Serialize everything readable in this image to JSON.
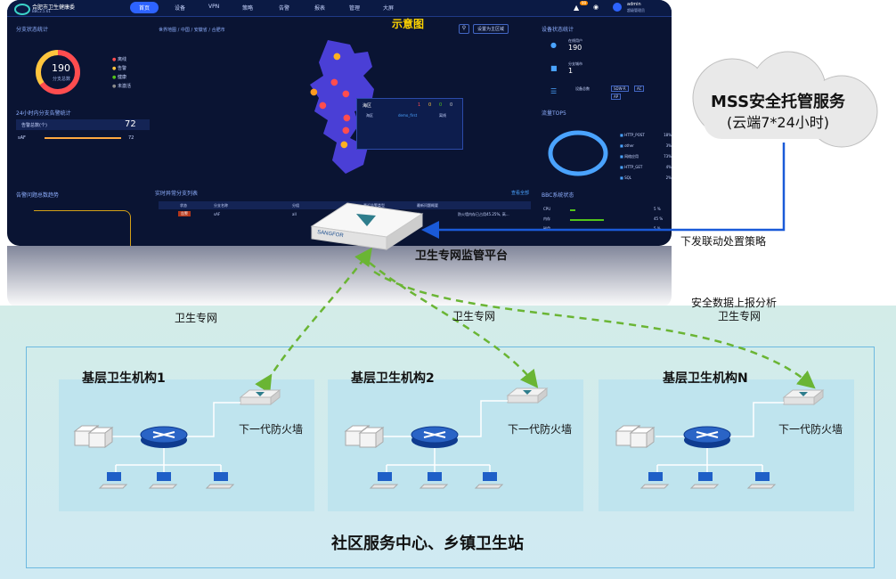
{
  "dashboard": {
    "app_title": "合肥市卫生健康委",
    "app_version": "BBC2.5.61",
    "nav": [
      "首页",
      "设备",
      "VPN",
      "策略",
      "告警",
      "报表",
      "管理",
      "大屏"
    ],
    "user": {
      "name": "admin",
      "role": "超级管理员",
      "badge": "99"
    },
    "map_title": "示意图",
    "breadcrumb": "世界地图 / 中国 / 安徽省 / 合肥市",
    "set_default": "设置为主区域",
    "branch_status": {
      "title": "分支状态统计",
      "count": "190",
      "count_label": "分支总数",
      "legend": [
        "离线",
        "告警",
        "健康",
        "未激活"
      ]
    },
    "alarm_24h": {
      "title": "24小时内分支告警统计",
      "label": "告警总数(个)",
      "value": "72",
      "row_label": "sAF",
      "row_value": "72"
    },
    "alarm_trend_title": "告警问题总数趋势",
    "realtime": {
      "title": "实时异常分支列表",
      "more": "查看全部",
      "headers": [
        "状态",
        "分支名称",
        "分组",
        "最近告警类型",
        "最新问题概要"
      ],
      "row": [
        "告警",
        "sAF",
        "all",
        "网关",
        "防火墙内存已占用45.25%, 高..."
      ]
    },
    "popup": {
      "title": "海区",
      "counts": [
        "1",
        "0",
        "0",
        "0"
      ],
      "row": [
        "海区",
        "demo_first",
        "离线"
      ]
    },
    "device_stats": {
      "title": "设备状态统计",
      "items": [
        {
          "label": "在线用户",
          "value": "190"
        },
        {
          "label": "分支城市",
          "value": "1"
        },
        {
          "label": "设备总数",
          "value": ""
        }
      ],
      "tags": [
        "SDW-R",
        "AC",
        "AP"
      ]
    },
    "traffic": {
      "title": "流量TOP5",
      "items": [
        {
          "name": "HTTP_POST",
          "pct": "18%"
        },
        {
          "name": "other",
          "pct": "3%"
        },
        {
          "name": "网络应用",
          "pct": "73%"
        },
        {
          "name": "HTTP_GET",
          "pct": "4%"
        },
        {
          "name": "SQL",
          "pct": "2%"
        }
      ]
    },
    "bbc": {
      "title": "BBC系统状态",
      "rows": [
        {
          "label": "CPU",
          "value": "5 %"
        },
        {
          "label": "内存",
          "value": "45 %"
        },
        {
          "label": "磁盘",
          "value": "5 %"
        }
      ]
    }
  },
  "diagram": {
    "platform_label": "卫生专网监管平台",
    "device_brand": "SANGFOR",
    "cloud_title": "MSS安全托管服务",
    "cloud_subtitle": "(云端7*24小时)",
    "policy_label": "下发联动处置策略",
    "report_label": "安全数据上报分析",
    "network_labels": [
      "卫生专网",
      "卫生专网",
      "卫生专网"
    ],
    "institutions": [
      {
        "name": "基层卫生机构1",
        "firewall": "下一代防火墙"
      },
      {
        "name": "基层卫生机构2",
        "firewall": "下一代防火墙"
      },
      {
        "name": "基层卫生机构N",
        "firewall": "下一代防火墙"
      }
    ],
    "zone_title": "社区服务中心、乡镇卫生站",
    "colors": {
      "dashed_link": "#6ab534",
      "policy_arrow": "#1a5ad8",
      "zone_box": "#6db9e0",
      "inst_bg": "#bfe4ee"
    }
  }
}
